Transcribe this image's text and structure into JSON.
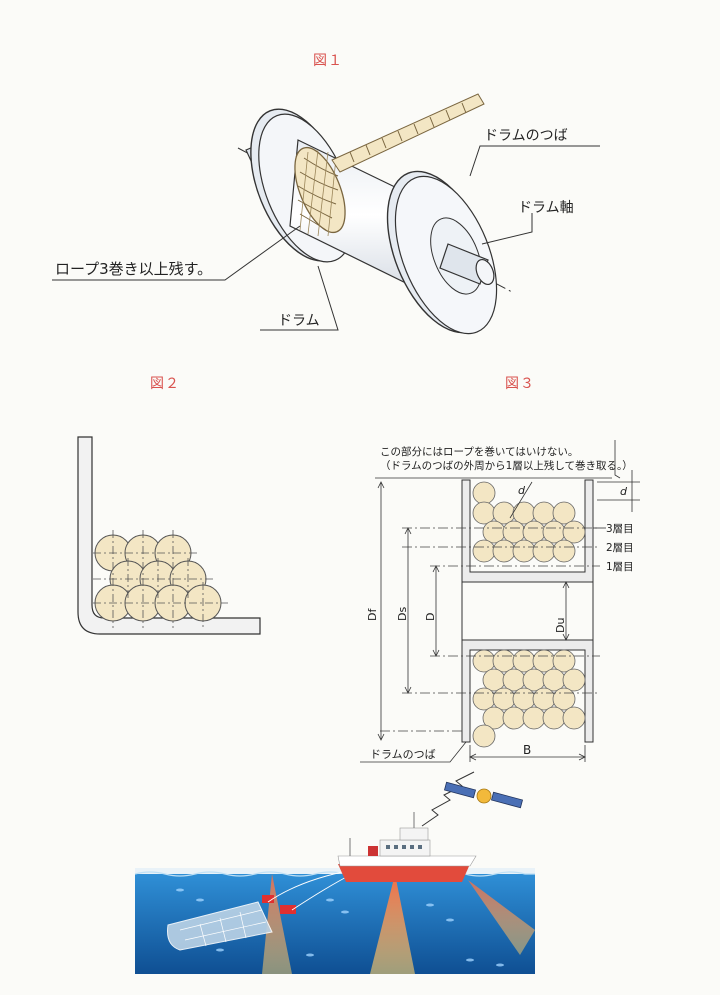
{
  "figure1": {
    "title": "図１",
    "labels": {
      "flange": "ドラムのつば",
      "shaft": "ドラム軸",
      "rope_remain": "ロープ3巻き以上残す。",
      "drum": "ドラム"
    }
  },
  "figure2": {
    "title": "図２"
  },
  "figure3": {
    "title": "図３",
    "note_line1": "この部分にはロープを巻いてはいけない。",
    "note_line2": "（ドラムのつばの外周から1層以上残して巻き取る。）",
    "layers": [
      "3層目",
      "2層目",
      "1層目"
    ],
    "dim_Df": "Df",
    "dim_Ds": "Ds",
    "dim_D": "D",
    "dim_Du": "Du",
    "dim_d": "d",
    "dim_B": "B",
    "flange_label": "ドラムのつば"
  },
  "colors": {
    "title_red": "#d9534f",
    "rope": "#f3e6c4",
    "sea": "#1c6fb3"
  }
}
